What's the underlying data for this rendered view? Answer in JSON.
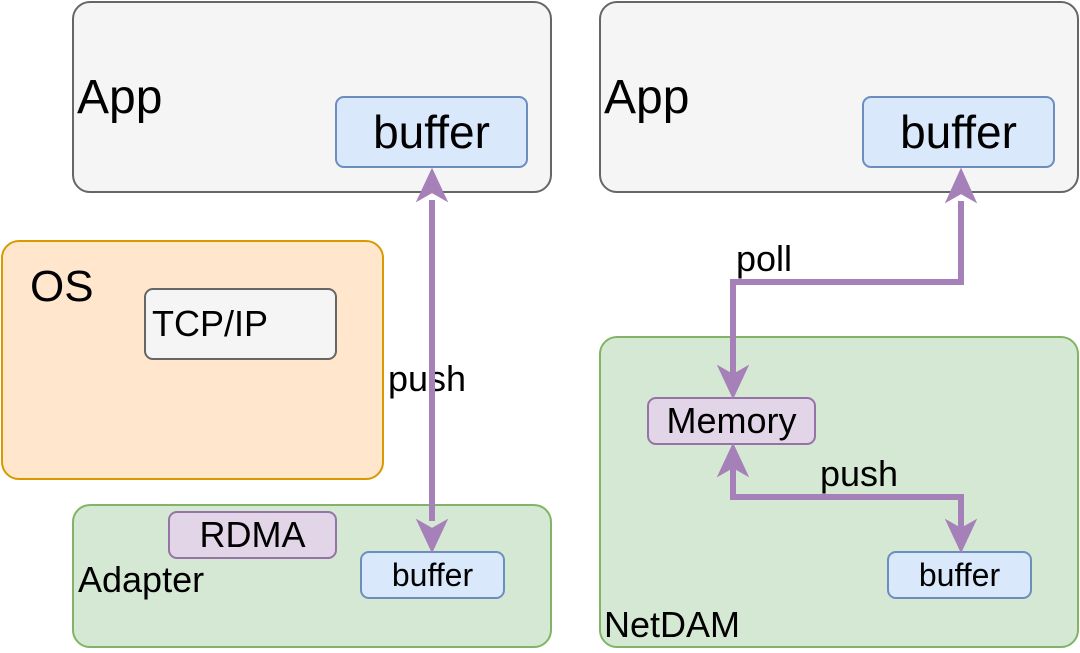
{
  "left": {
    "app_label": "App",
    "app_buffer": "buffer",
    "os_label": "OS",
    "tcpip": "TCP/IP",
    "edge_label": "push",
    "rdma": "RDMA",
    "adapter_label": "Adapter",
    "adapter_buffer": "buffer"
  },
  "right": {
    "app_label": "App",
    "app_buffer": "buffer",
    "poll_label": "poll",
    "memory": "Memory",
    "push_label": "push",
    "netdam_buffer": "buffer",
    "netdam_label": "NetDAM"
  },
  "colors": {
    "arrow": "#a680b8",
    "app_fill": "#f5f5f5",
    "os_fill": "#ffe6cc",
    "adapter_fill": "#d5e8d4",
    "buffer_fill": "#dae8fc",
    "memory_fill": "#e1d5e7"
  }
}
